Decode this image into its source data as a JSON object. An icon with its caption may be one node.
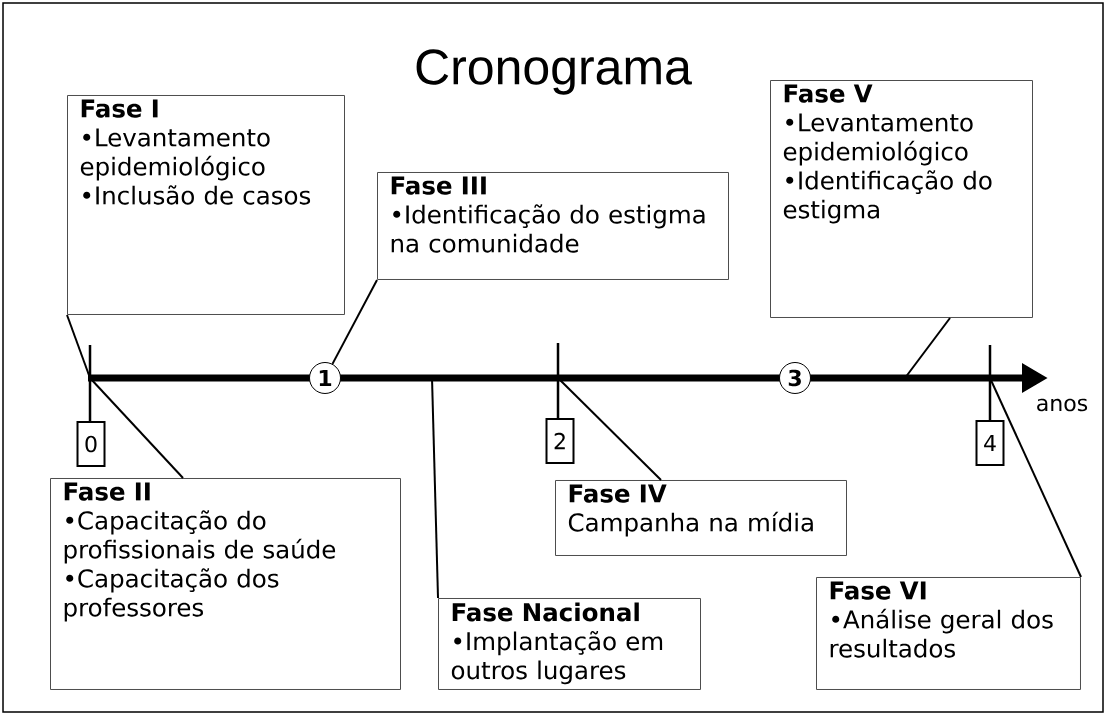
{
  "diagram": {
    "title": "Cronograma",
    "nodes": [
      {
        "text": [
          "Fase I",
          "•Levantamento epidemiológico",
          "•Inclusão de casos"
        ]
      },
      {
        "text": [
          "Fase III",
          "•Identificação do estigma na comunidade"
        ]
      },
      {
        "text": [
          "Fase V",
          "•Levantamento epidemiológico",
          "•Identificação do estigma"
        ]
      },
      {
        "text": [
          "1"
        ]
      },
      {
        "text": [
          "3"
        ]
      },
      {
        "text": [
          "0"
        ]
      },
      {
        "text": [
          "2"
        ]
      },
      {
        "text": [
          "4"
        ]
      },
      {
        "text": [
          "Fase II",
          "•Capacitação do profissionais de saúde",
          "•Capacitação dos professores"
        ]
      },
      {
        "text": [
          "Fase IV",
          "Campanha na mídia"
        ]
      },
      {
        "text": [
          "Fase Nacional",
          "•Implantação em outros lugares"
        ]
      },
      {
        "text": [
          "Fase VI",
          "•Análise geral dos resultados"
        ]
      }
    ],
    "edges": [
      {
        "from": 0,
        "to": null,
        "arrow": "none"
      },
      {
        "from": 1,
        "to": 3,
        "arrow": "none"
      },
      {
        "from": 2,
        "to": null,
        "arrow": "none"
      },
      {
        "from": 8,
        "to": null,
        "arrow": "none"
      },
      {
        "from": 10,
        "to": null,
        "arrow": "none"
      },
      {
        "from": 9,
        "to": null,
        "arrow": "none"
      },
      {
        "from": 11,
        "to": null,
        "arrow": "none"
      }
    ],
    "labels": [
      "anos"
    ]
  }
}
